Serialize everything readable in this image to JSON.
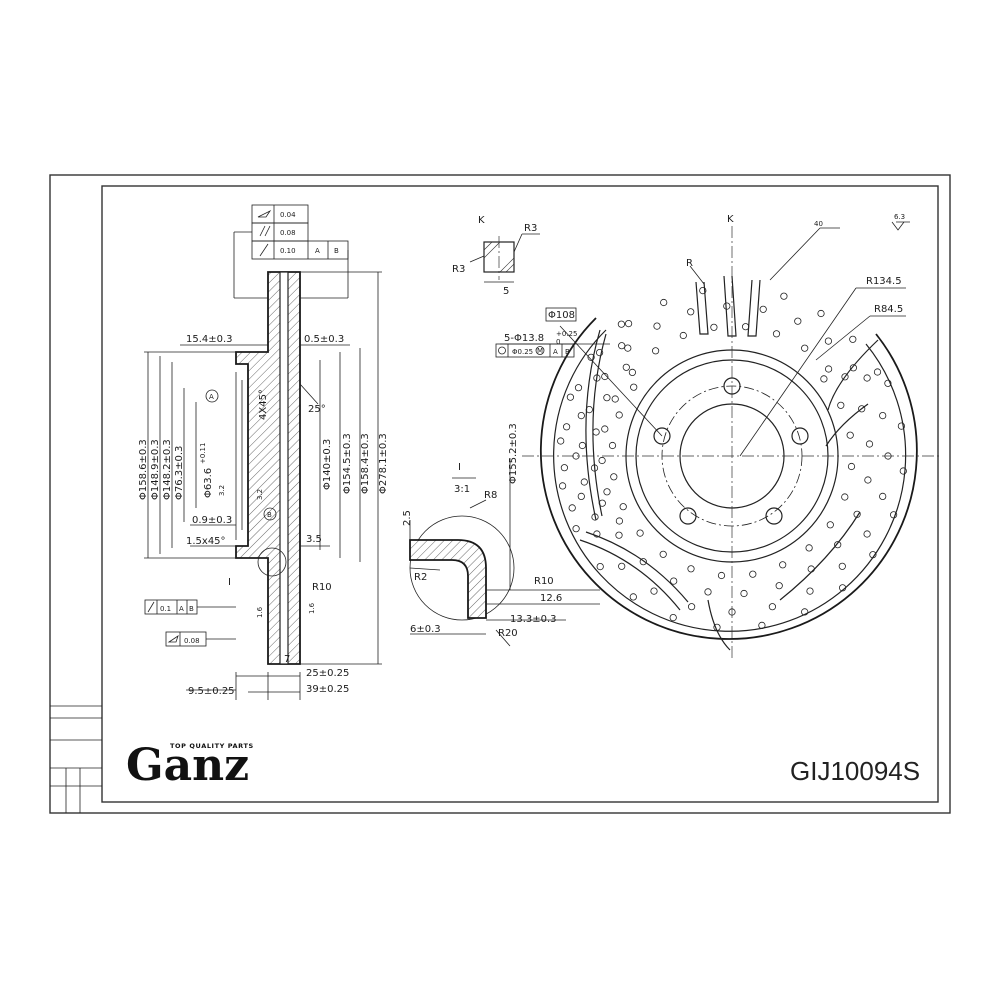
{
  "brand": {
    "name": "Ganz",
    "tagline": "TOP QUALITY PARTS",
    "part_number": "GIJ10094S"
  },
  "tolerances": {
    "flatness": "0.04",
    "parallelism": "0.08",
    "runout": "0.10",
    "datum_a": "A",
    "datum_b": "B",
    "runout_lower": "0.1",
    "flatness_lower": "0.08"
  },
  "section_dims": {
    "width_15": "15.4±0.3",
    "offset_05": "0.5±0.3",
    "angle_25": "25°",
    "chamfer_4x45": "4X45°",
    "d158_6": "Φ158.6±0.3",
    "d148_9": "Φ148.9±0.3",
    "d148_2": "Φ148.2±0.3",
    "d76_3": "Φ76.3±0.3",
    "d63_6": "Φ63.6",
    "d63_tol": "+0.11",
    "d140": "Φ140±0.3",
    "d154_5": "Φ154.5±0.3",
    "d158_4": "Φ158.4±0.3",
    "d278_1": "Φ278.1±0.3",
    "d0_9": "0.9±0.3",
    "d1_5x45": "1.5x45°",
    "d3_5": "3.5",
    "r10": "R10",
    "t7": "7",
    "t25": "25±0.25",
    "t9_5": "9.5±0.25",
    "t39": "39±0.25",
    "rough_32a": "3.2",
    "rough_32b": "3.2",
    "rough_16a": "1.6",
    "rough_16b": "1.6",
    "label_a": "A",
    "label_b": "B",
    "view_mark": "I"
  },
  "detail_k": {
    "letter": "K",
    "r3_top": "R3",
    "r3_left": "R3",
    "w5": "5"
  },
  "detail_i": {
    "label": "I",
    "scale": "3:1",
    "r8": "R8",
    "h2_5": "2.5",
    "r2": "R2",
    "r10": "R10",
    "w12_6": "12.6",
    "w6": "6±0.3",
    "w13_3": "13.3±0.3",
    "r20": "R20",
    "d155_2": "Φ155.2±0.3"
  },
  "front_view": {
    "k_letter": "K",
    "angle40": "40",
    "r_slot": "R",
    "r134_5": "R134.5",
    "r84_5": "R84.5",
    "d108": "Φ108",
    "holes": "5-Φ13.8",
    "holes_tol": "+0.25",
    "holes_tol2": "0",
    "pos_tol": "Φ0.25",
    "mod_m": "M",
    "datum_a": "A",
    "datum_b": "B",
    "roughness": "6.3"
  }
}
